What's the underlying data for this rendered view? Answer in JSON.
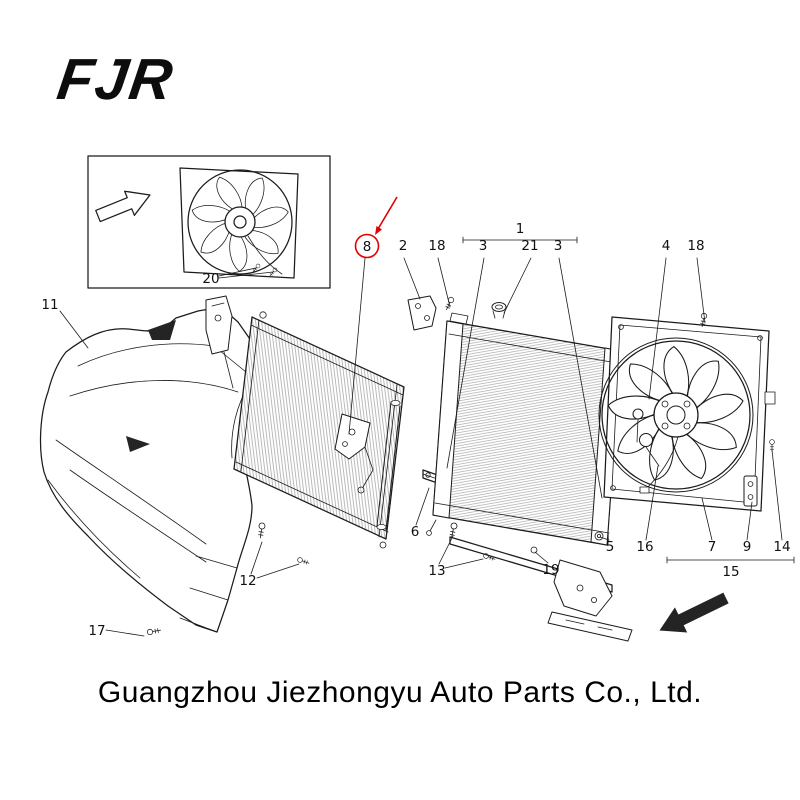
{
  "logo": {
    "text": "FJR"
  },
  "footer": {
    "company_name": "Guangzhou Jiezhongyu Auto Parts Co., Ltd."
  },
  "diagram": {
    "type": "exploded-parts-diagram",
    "subject": "Engine cooling module: under-shield, condenser, radiator, cooling fan and shroud",
    "highlight": {
      "part": "8",
      "color": "#e40000"
    },
    "callouts": {
      "c20": "20",
      "c11": "11",
      "c8": "8",
      "c2": "2",
      "c18a": "18",
      "c3a": "3",
      "c1": "1",
      "c21": "21",
      "c3b": "3",
      "c4": "4",
      "c18b": "18",
      "c12": "12",
      "c17": "17",
      "c13": "13",
      "c6": "6",
      "c19": "19",
      "c5": "5",
      "c16": "16",
      "c7": "7",
      "c9": "9",
      "c14": "14",
      "c15": "15"
    }
  }
}
